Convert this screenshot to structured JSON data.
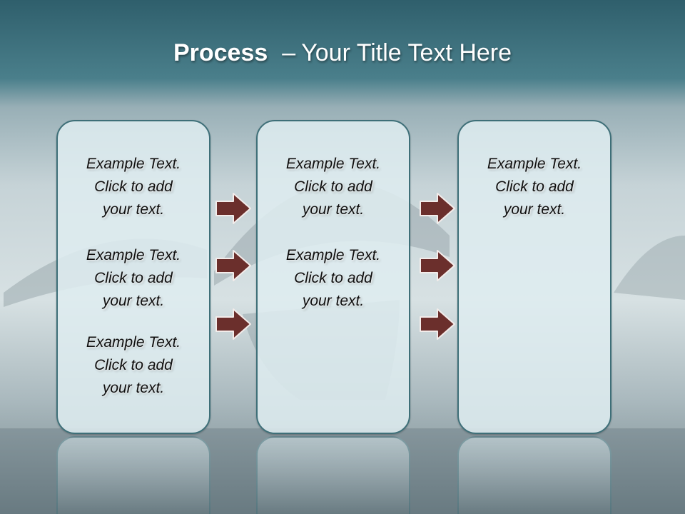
{
  "slide": {
    "title_bold": "Process",
    "title_dash": "–",
    "title_rest": "Your Title Text Here"
  },
  "columns": [
    {
      "items": [
        "Example Text.\nClick  to add\nyour text.",
        "Example Text.\nClick  to add\nyour text.",
        "Example Text.\nClick  to add\nyour text."
      ]
    },
    {
      "items": [
        "Example Text.\nClick  to add\nyour text.",
        "Example Text.\nClick  to add\nyour text."
      ]
    },
    {
      "items": [
        "Example Text.\nClick  to add\nyour text."
      ]
    }
  ],
  "colors": {
    "box_border": "#3e6f78",
    "box_fill": "#deecf0",
    "arrow_fill": "#6b2f2c",
    "header": "#2f5f6c"
  },
  "icons": [
    "right-arrow-icon"
  ]
}
